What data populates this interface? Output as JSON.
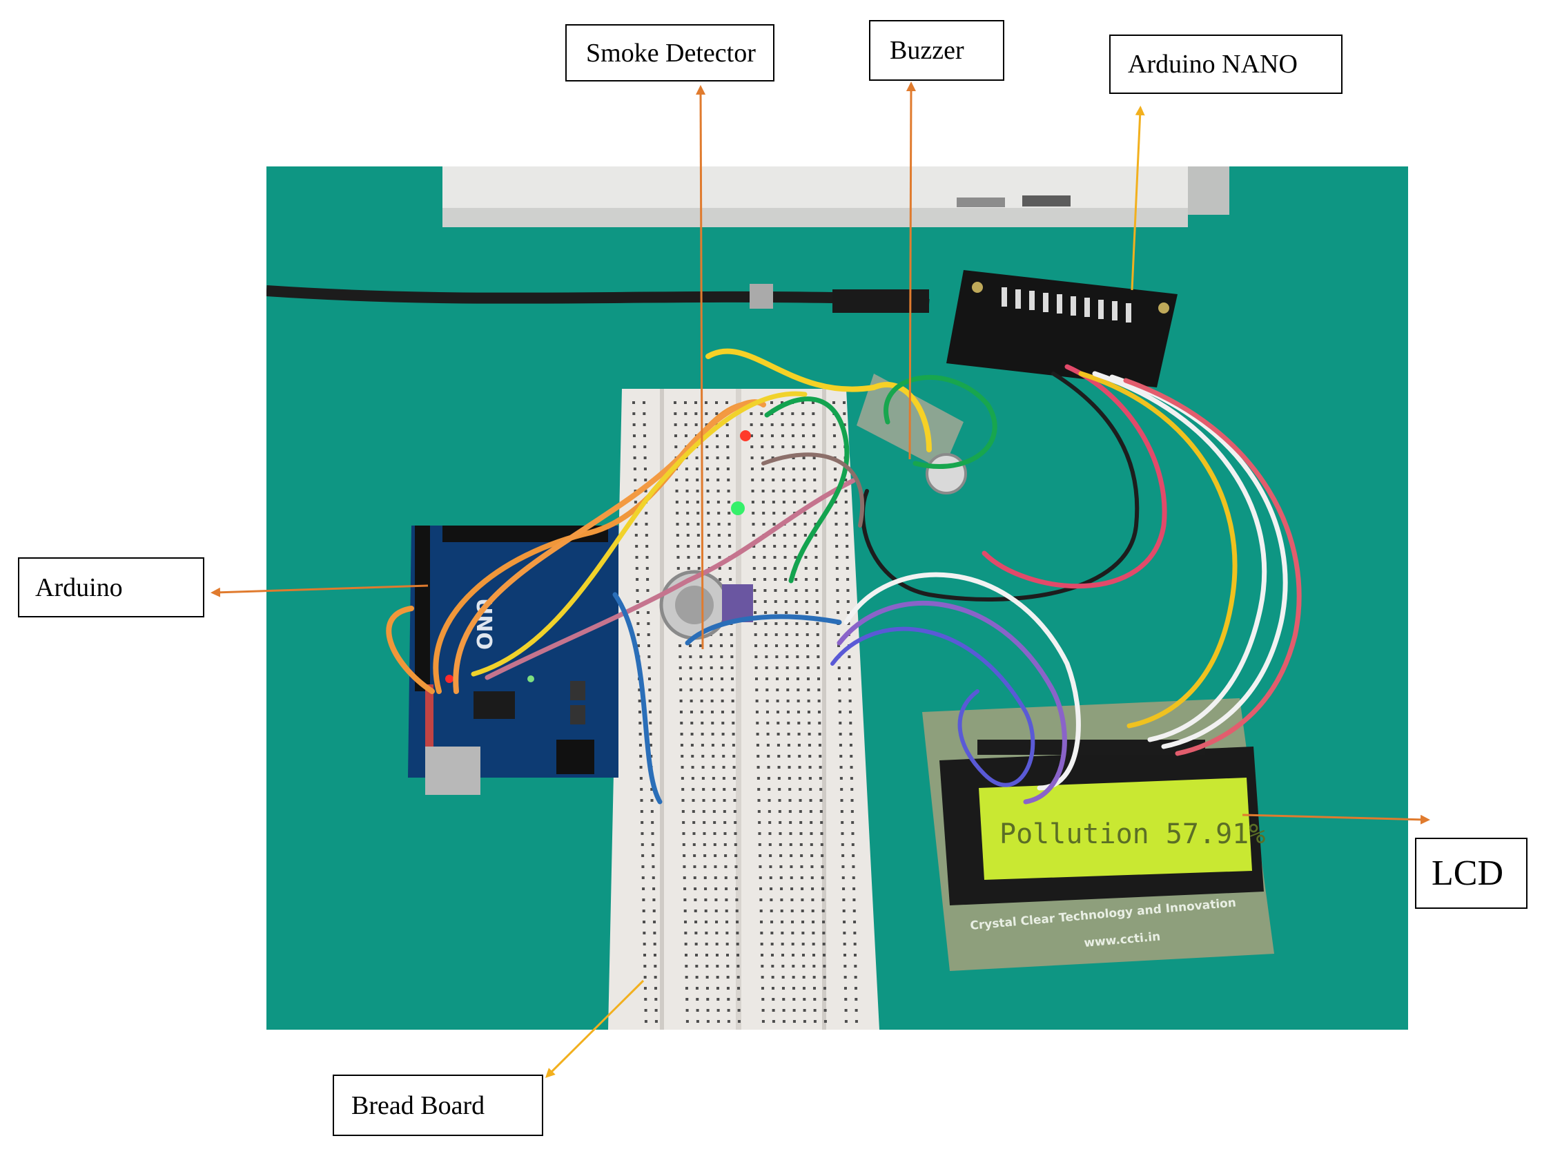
{
  "labels": {
    "smoke_detector": "Smoke Detector",
    "buzzer": "Buzzer",
    "arduino_nano": "Arduino NANO",
    "arduino": "Arduino",
    "lcd": "LCD",
    "bread_board": "Bread Board"
  },
  "photo": {
    "lcd_screen_text": "Pollution 57.91%",
    "lcd_pcb_line1": "Crystal Clear Technology and Innovation",
    "lcd_pcb_line2": "www.ccti.in",
    "arduino_board_text": "UNO"
  },
  "colors": {
    "background_table": "#0e9683",
    "arrow_orange": "#e07b2e",
    "arrow_yellow": "#f2b01e",
    "lcd_backlight": "#c9e832"
  }
}
